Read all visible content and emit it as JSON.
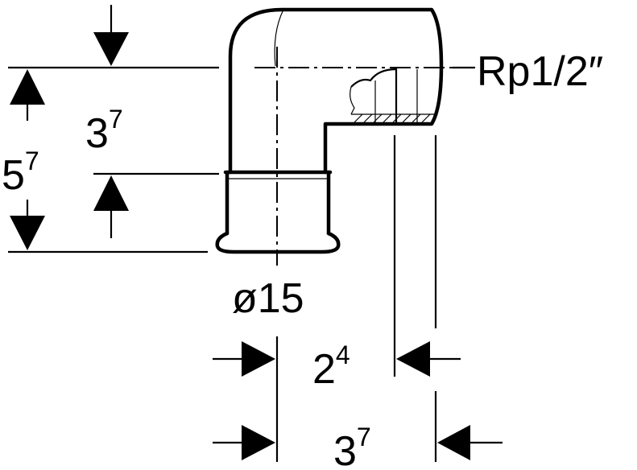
{
  "labels": {
    "thread": "Rp1/2″",
    "diameter": "ø15",
    "height_total": {
      "base": "5",
      "exp": "7"
    },
    "height_upper": {
      "base": "3",
      "exp": "7"
    },
    "width_socket": {
      "base": "2",
      "exp": "4"
    },
    "width_total": {
      "base": "3",
      "exp": "7"
    }
  }
}
